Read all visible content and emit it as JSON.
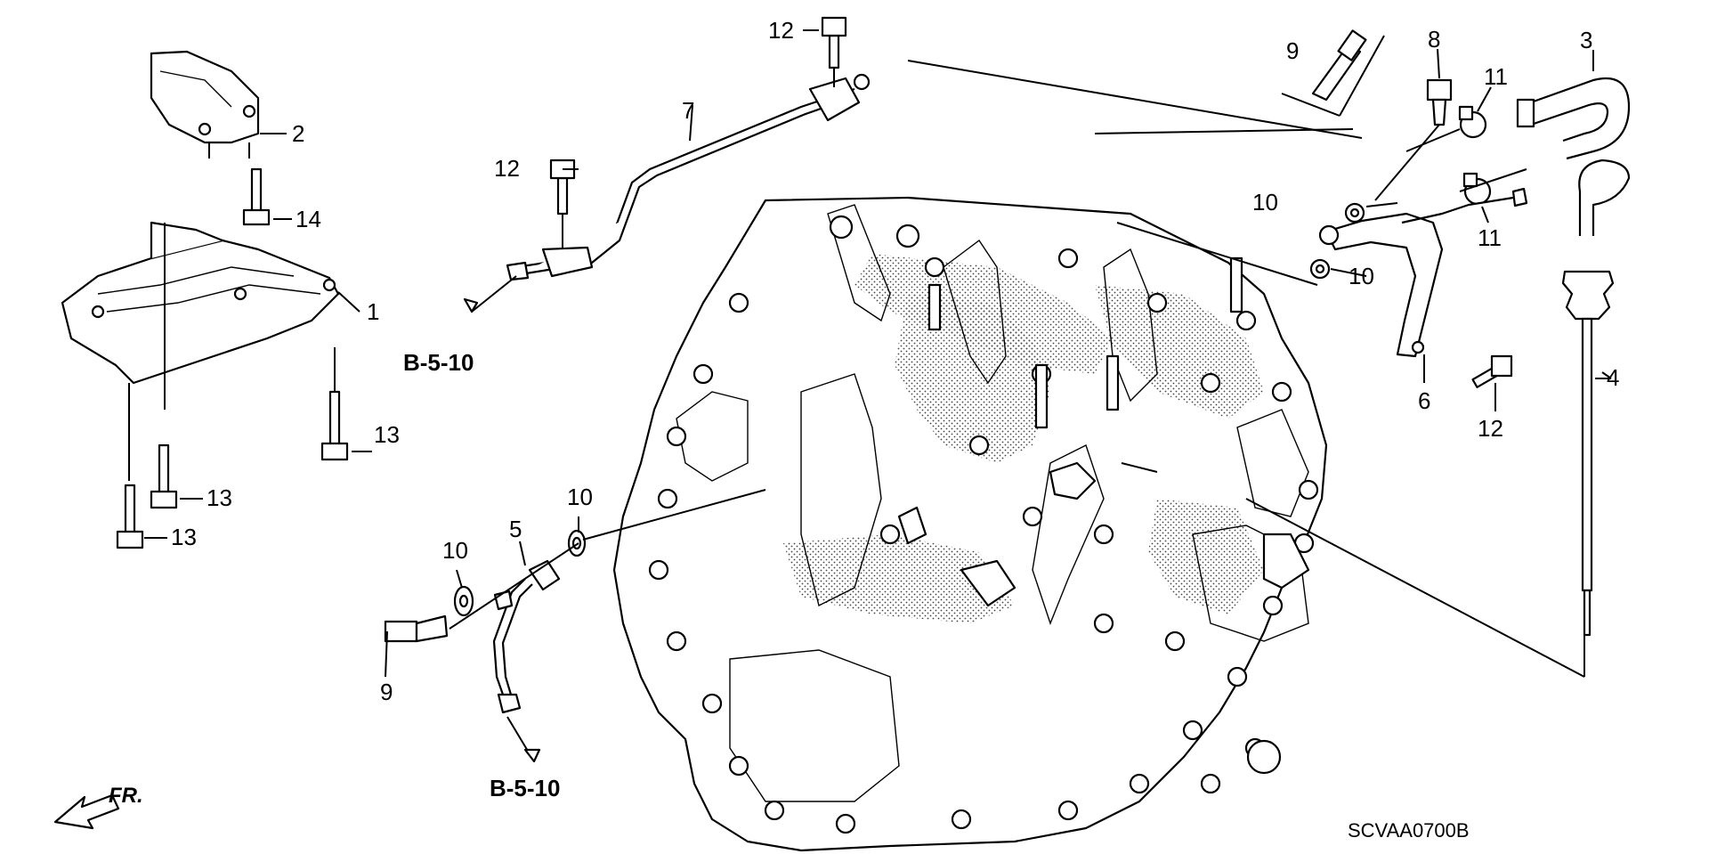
{
  "parts": [
    {
      "id": "p1",
      "label": "1"
    },
    {
      "id": "p2",
      "label": "2"
    },
    {
      "id": "p3",
      "label": "3"
    },
    {
      "id": "p4",
      "label": "4"
    },
    {
      "id": "p5",
      "label": "5"
    },
    {
      "id": "p6",
      "label": "6"
    },
    {
      "id": "p7",
      "label": "7"
    },
    {
      "id": "p8",
      "label": "8"
    },
    {
      "id": "p9a",
      "label": "9"
    },
    {
      "id": "p9b",
      "label": "9"
    },
    {
      "id": "p10a",
      "label": "10"
    },
    {
      "id": "p10b",
      "label": "10"
    },
    {
      "id": "p10c",
      "label": "10"
    },
    {
      "id": "p10d",
      "label": "10"
    },
    {
      "id": "p11a",
      "label": "11"
    },
    {
      "id": "p11b",
      "label": "11"
    },
    {
      "id": "p12a",
      "label": "12"
    },
    {
      "id": "p12b",
      "label": "12"
    },
    {
      "id": "p12c",
      "label": "12"
    },
    {
      "id": "p13a",
      "label": "13"
    },
    {
      "id": "p13b",
      "label": "13"
    },
    {
      "id": "p13c",
      "label": "13"
    },
    {
      "id": "p14",
      "label": "14"
    }
  ],
  "references": {
    "upper": "B-5-10",
    "lower": "B-5-10"
  },
  "direction": "FR.",
  "diagram_code": "SCVAA0700B"
}
